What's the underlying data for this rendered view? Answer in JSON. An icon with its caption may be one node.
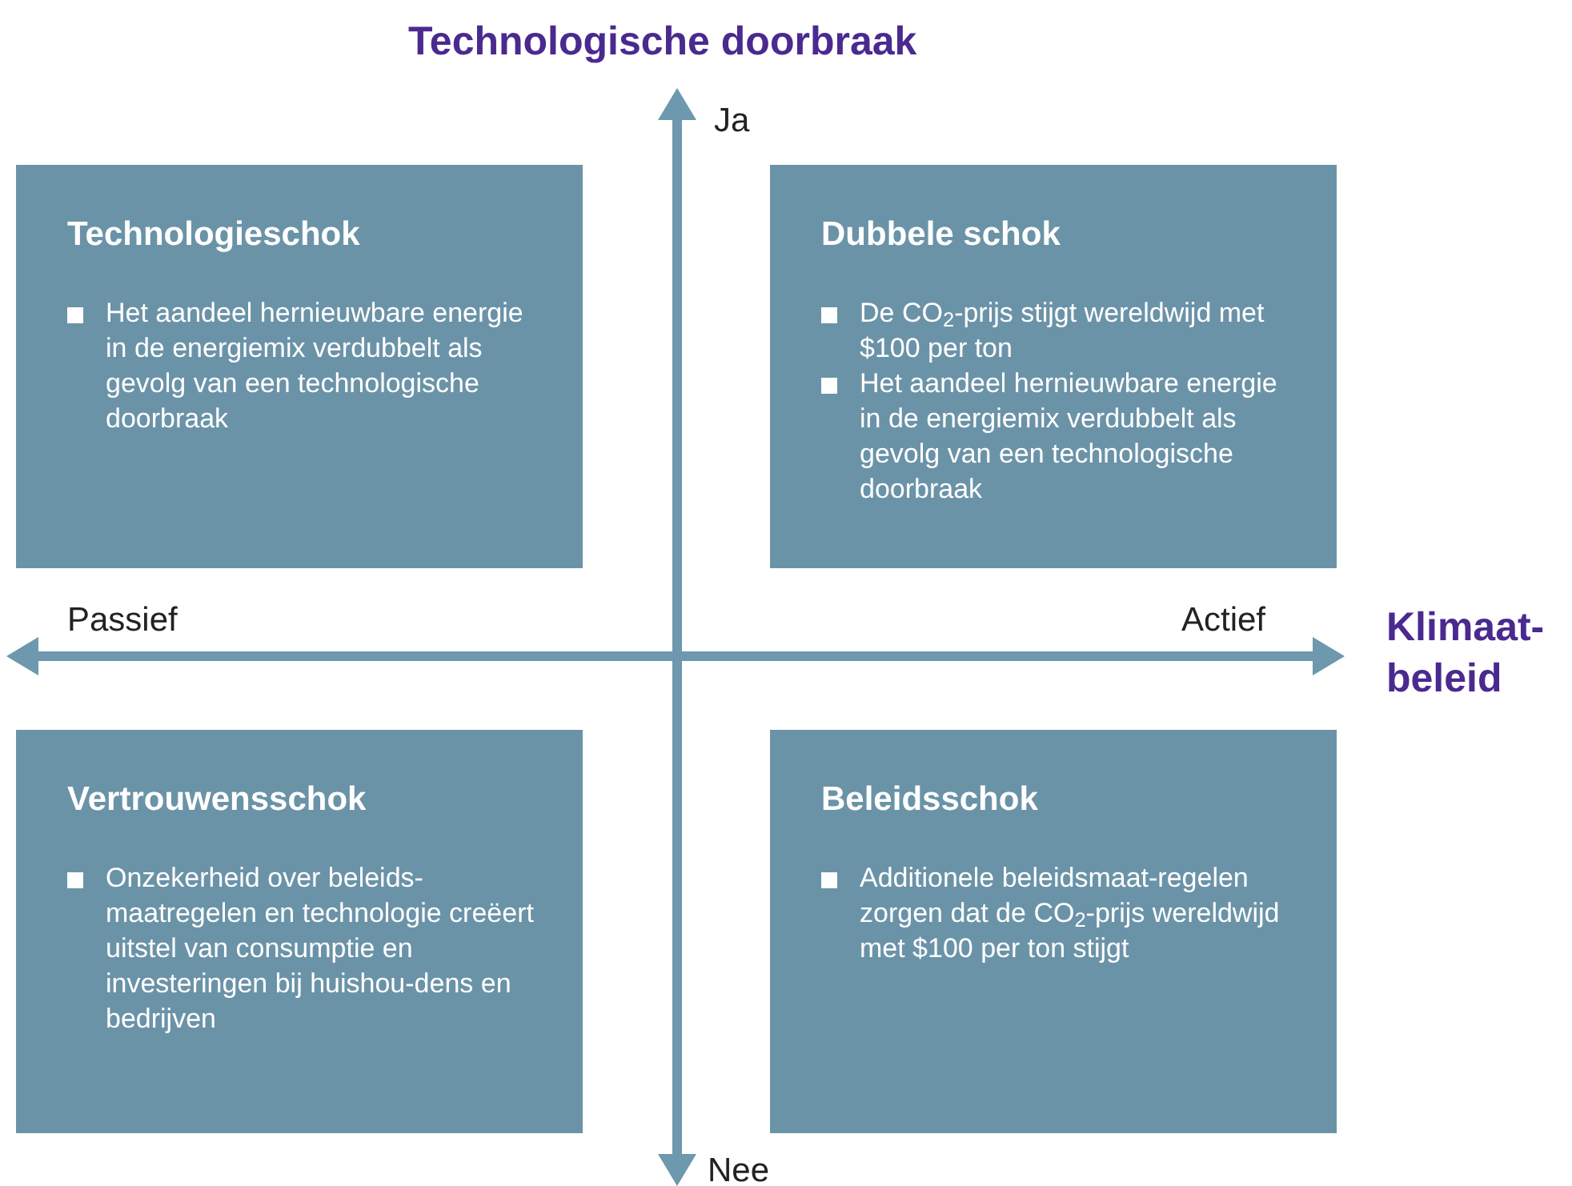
{
  "diagram": {
    "nodes": [
      {
        "text": [
          "Technologieschok",
          "Het aandeel hernieuwbare energie in de energiemix verdubbelt als gevolg van een technologische doorbraak"
        ]
      },
      {
        "text": [
          "Dubbele schok",
          "De CO$_{2}$-prijs stijgt wereldwijd met $100 per ton",
          "Het aandeel hernieuwbare energie in de energiemix verdubbelt als gevolg van een technologische doorbraak"
        ]
      },
      {
        "text": [
          "Vertrouwensschok",
          "Onzekerheid over beleids-maatregelen en technologie creëert uitstel van consumptie en investeringen bij huishou-dens en bedrijven"
        ]
      },
      {
        "text": [
          "Beleidsschok",
          "Additionele beleidsmaat-regelen zorgen dat de CO$_{2}$-prijs wereldwijd met $100 per ton stijgt"
        ]
      }
    ],
    "labels": [
      "Technologische doorbraak",
      "Ja",
      "Passief",
      "Actief",
      "Klimaat- beleid",
      "Nee"
    ]
  }
}
